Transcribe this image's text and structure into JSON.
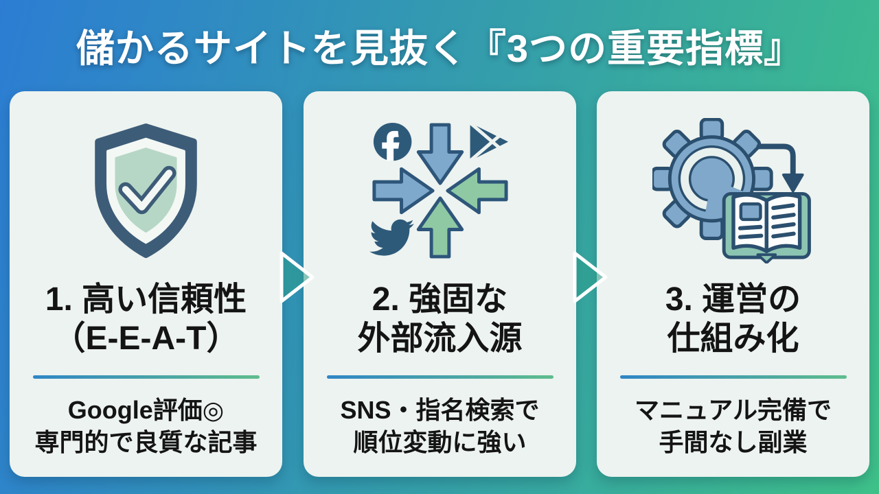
{
  "title": "儲かるサイトを見抜く『3つの重要指標』",
  "colors": {
    "bg_gradient_start": "#2c7dd3",
    "bg_gradient_mid": "#349dac",
    "bg_gradient_end": "#3ec189",
    "card_bg": "#edf3f0",
    "heading_text": "#141414",
    "divider_start": "#2f86c6",
    "divider_end": "#5fbd8d",
    "icon_dark": "#2e567a",
    "icon_blue": "#7ea9cd",
    "icon_green": "#8fc9a3",
    "shield_fill": "#b7d7c6",
    "book_teal": "#8cc4b2",
    "title_text": "#ffffff"
  },
  "cards": [
    {
      "icon": "shield-check-icon",
      "heading_line1": "1. 高い信頼性",
      "heading_line2": "（E-E-A-T）",
      "sub_line1": "Google評価◎",
      "sub_line2": "専門的で良質な記事"
    },
    {
      "icon": "sns-convergence-icon",
      "heading_line1": "2. 強固な",
      "heading_line2": "外部流入源",
      "sub_line1": "SNS・指名検索で",
      "sub_line2": "順位変動に強い"
    },
    {
      "icon": "gear-book-icon",
      "heading_line1": "3. 運営の",
      "heading_line2": "仕組み化",
      "sub_line1": "マニュアル完備で",
      "sub_line2": "手間なし副業"
    }
  ]
}
